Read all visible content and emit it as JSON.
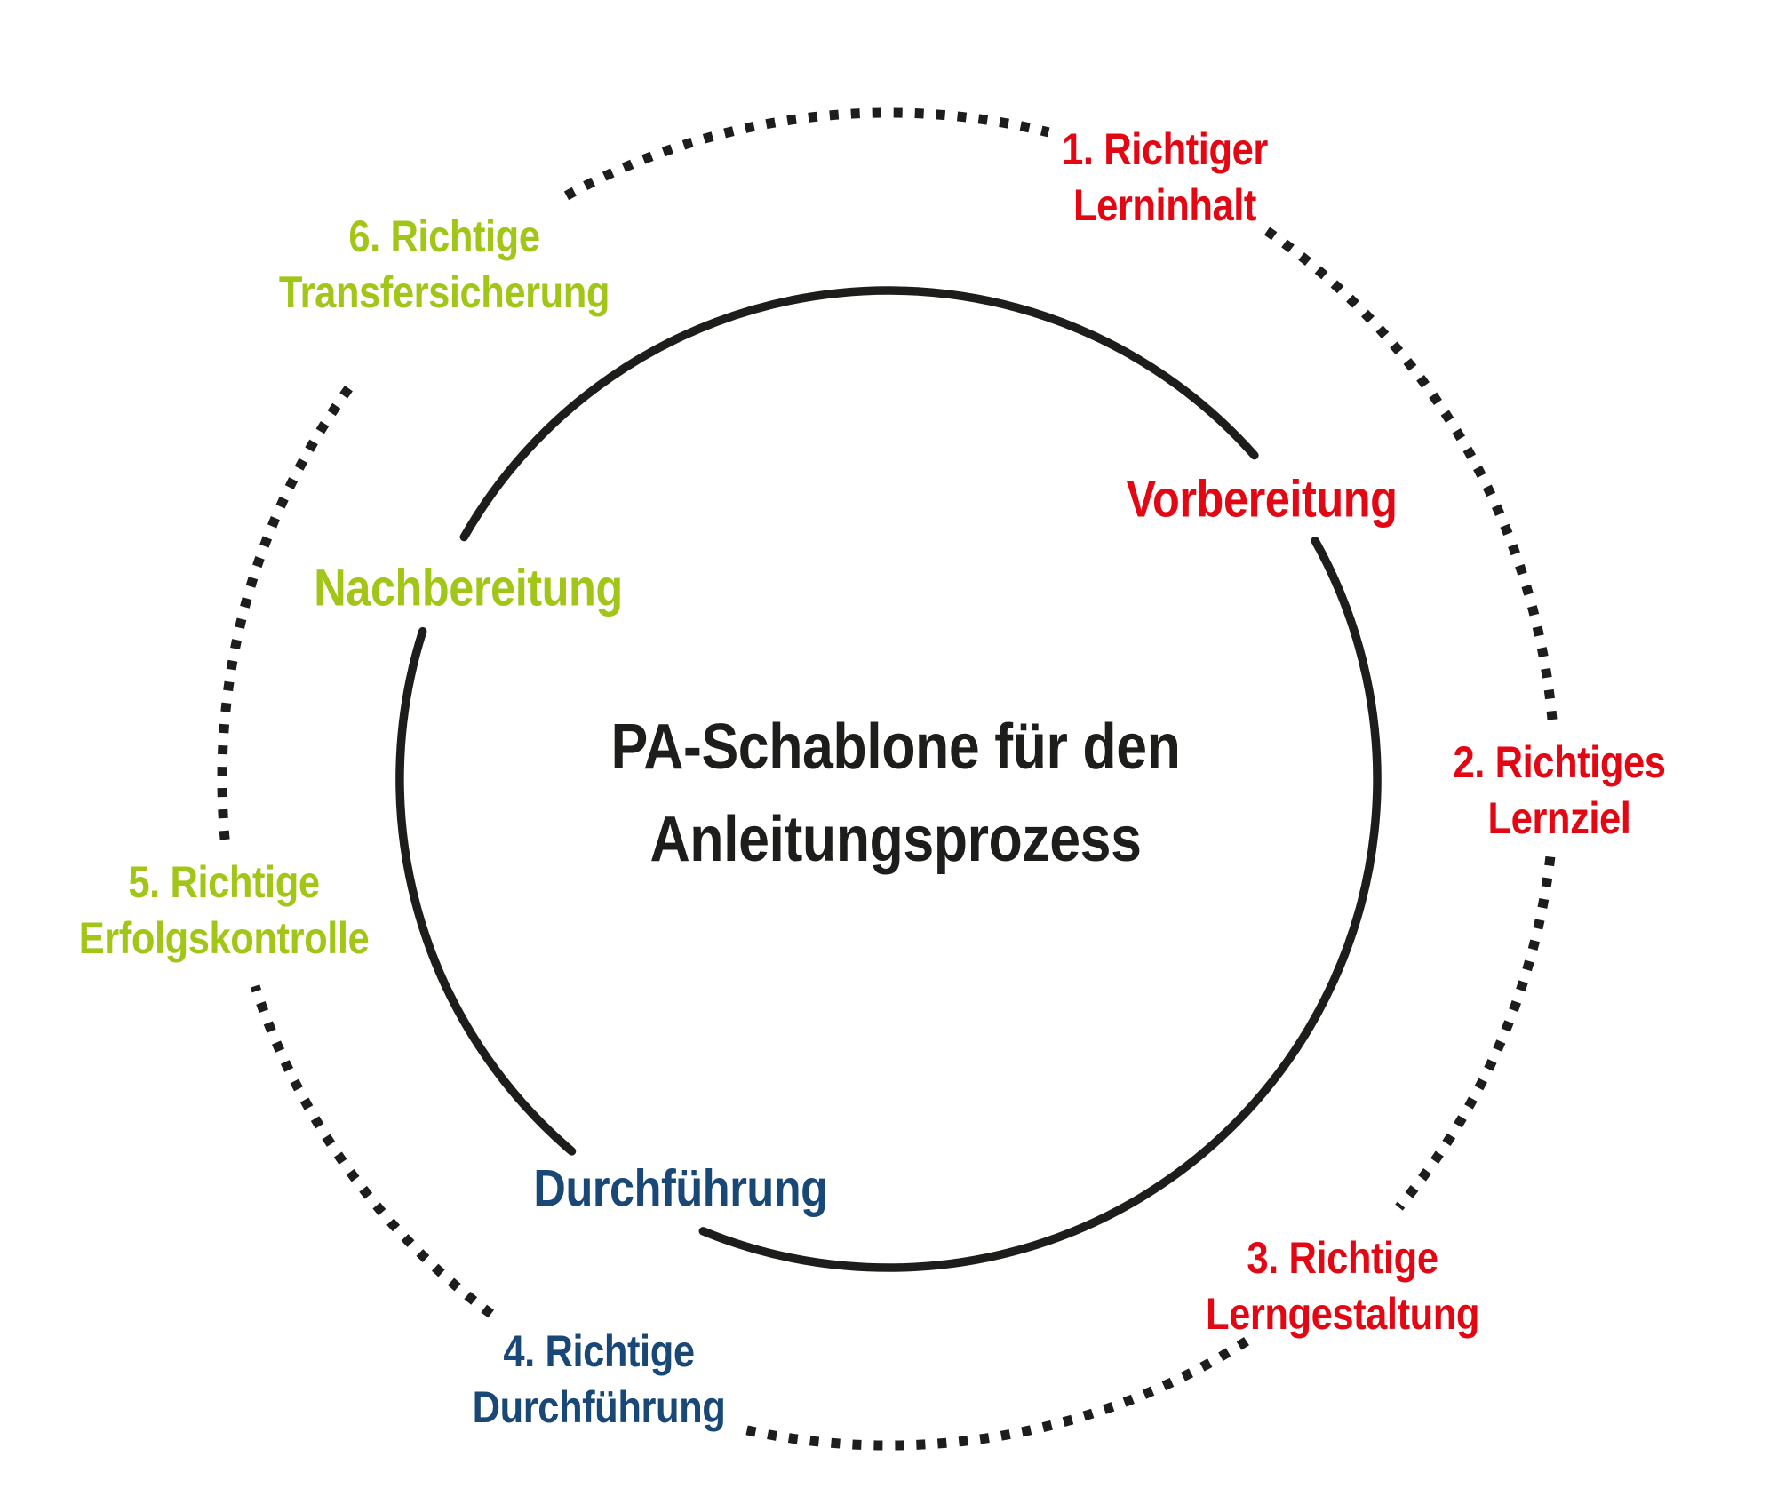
{
  "title": {
    "line1": "PA-Schablone für den",
    "line2": "Anleitungsprozess"
  },
  "colors": {
    "red": "#e30613",
    "green": "#a2c617",
    "blue": "#1a4876",
    "dark": "#1d1d1b",
    "ring": "#1d1d1b"
  },
  "phases": [
    {
      "label": "Vorbereitung",
      "color": "red"
    },
    {
      "label": "Durchführung",
      "color": "blue"
    },
    {
      "label": "Nachbereitung",
      "color": "green"
    }
  ],
  "steps": [
    {
      "line1": "1. Richtiger",
      "line2": "Lerninhalt",
      "color": "red"
    },
    {
      "line1": "2. Richtiges",
      "line2": "Lernziel",
      "color": "red"
    },
    {
      "line1": "3. Richtige",
      "line2": "Lerngestaltung",
      "color": "red"
    },
    {
      "line1": "4. Richtige",
      "line2": "Durchführung",
      "color": "blue"
    },
    {
      "line1": "5. Richtige",
      "line2": "Erfolgskontrolle",
      "color": "green"
    },
    {
      "line1": "6. Richtige",
      "line2": "Transfersicherung",
      "color": "green"
    }
  ]
}
